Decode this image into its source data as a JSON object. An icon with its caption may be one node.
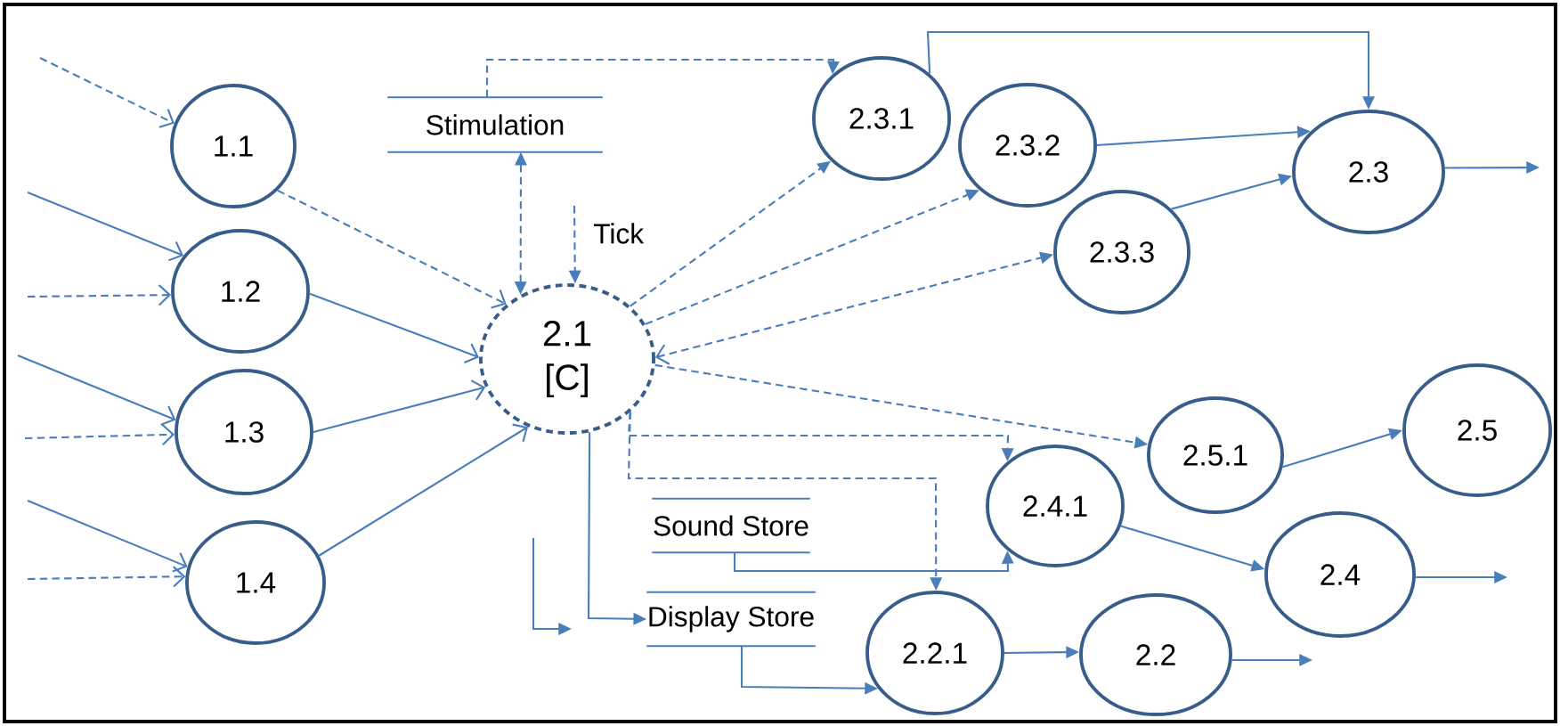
{
  "diagram": {
    "nodes": [
      {
        "text": [
          "1.1"
        ]
      },
      {
        "text": [
          "1.2"
        ]
      },
      {
        "text": [
          "1.3"
        ]
      },
      {
        "text": [
          "1.4"
        ]
      },
      {
        "text": [
          "Stimulation"
        ]
      },
      {
        "text": [
          "2.1",
          "[C]"
        ]
      },
      {
        "text": [
          "2.3.1"
        ]
      },
      {
        "text": [
          "2.3.2"
        ]
      },
      {
        "text": [
          "2.3.3"
        ]
      },
      {
        "text": [
          "2.3"
        ]
      },
      {
        "text": [
          "2.5.1"
        ]
      },
      {
        "text": [
          "2.5"
        ]
      },
      {
        "text": [
          "Sound Store"
        ]
      },
      {
        "text": [
          "2.4.1"
        ]
      },
      {
        "text": [
          "Display Store"
        ]
      },
      {
        "text": [
          "2.2.1"
        ]
      },
      {
        "text": [
          "2.4"
        ]
      },
      {
        "text": [
          "2.2"
        ]
      }
    ],
    "edges": [
      {
        "from": null,
        "to": 0,
        "arrow": "to",
        "style": "dashed"
      },
      {
        "from": null,
        "to": 1,
        "arrow": "to"
      },
      {
        "from": null,
        "to": 1,
        "arrow": "to",
        "style": "dashed"
      },
      {
        "from": null,
        "to": 2,
        "arrow": "to"
      },
      {
        "from": null,
        "to": 2,
        "arrow": "to",
        "style": "dashed"
      },
      {
        "from": null,
        "to": 3,
        "arrow": "to"
      },
      {
        "from": null,
        "to": 3,
        "arrow": "to",
        "style": "dashed"
      },
      {
        "from": 0,
        "to": 5,
        "arrow": "to",
        "style": "dashed"
      },
      {
        "from": 1,
        "to": 5,
        "arrow": "to"
      },
      {
        "from": 2,
        "to": 5,
        "arrow": "to"
      },
      {
        "from": 3,
        "to": 5,
        "arrow": "to"
      },
      {
        "from": 4,
        "to": 5,
        "arrow": "both",
        "style": "dashed"
      },
      {
        "from": 4,
        "to": 6,
        "arrow": "to",
        "style": "dashed"
      },
      {
        "from": null,
        "to": 5,
        "arrow": "to",
        "style": "dashed",
        "label": "Tick"
      },
      {
        "from": 5,
        "to": 6,
        "arrow": "to",
        "style": "dashed"
      },
      {
        "from": 5,
        "to": 7,
        "arrow": "to",
        "style": "dashed"
      },
      {
        "from": 5,
        "to": 8,
        "arrow": "both",
        "style": "dashed"
      },
      {
        "from": 5,
        "to": 10,
        "arrow": "to",
        "style": "dashed"
      },
      {
        "from": 5,
        "to": 13,
        "arrow": "to",
        "style": "dashed"
      },
      {
        "from": 5,
        "to": 15,
        "arrow": "to",
        "style": "dashed"
      },
      {
        "from": 5,
        "to": 14,
        "arrow": "to"
      },
      {
        "from": 12,
        "to": 13,
        "arrow": "to"
      },
      {
        "from": 14,
        "to": 15,
        "arrow": "to"
      },
      {
        "from": 6,
        "to": 9,
        "arrow": "to"
      },
      {
        "from": 7,
        "to": 9,
        "arrow": "to"
      },
      {
        "from": 8,
        "to": 9,
        "arrow": "to"
      },
      {
        "from": 9,
        "to": null,
        "arrow": "to"
      },
      {
        "from": 10,
        "to": 11,
        "arrow": "to"
      },
      {
        "from": 13,
        "to": 16,
        "arrow": "to"
      },
      {
        "from": 16,
        "to": null,
        "arrow": "to"
      },
      {
        "from": 15,
        "to": 17,
        "arrow": "to"
      },
      {
        "from": 17,
        "to": null,
        "arrow": "to"
      }
    ]
  }
}
